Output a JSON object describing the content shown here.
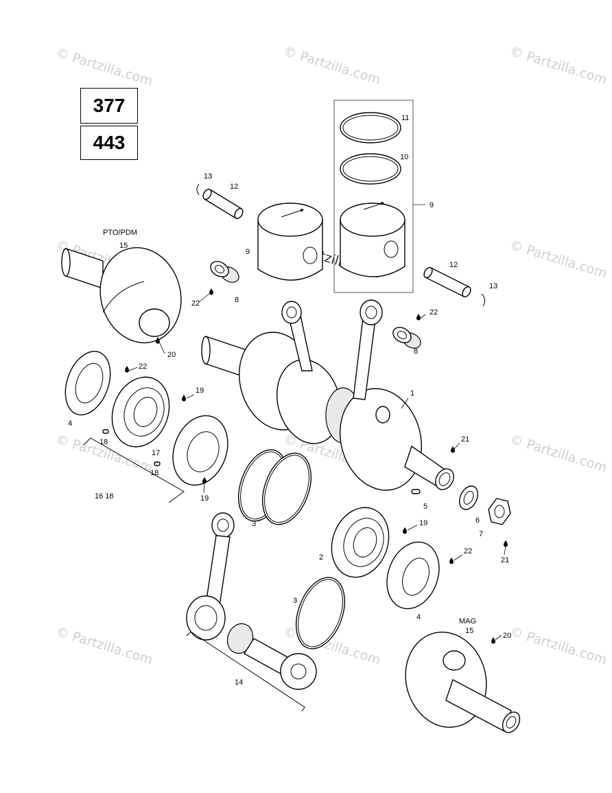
{
  "model_boxes": [
    "377",
    "443"
  ],
  "watermark": "© Partzilla.com",
  "callouts": {
    "c1": "1",
    "c2": "2",
    "c3a": "3",
    "c3b": "3",
    "c4a": "4",
    "c4b": "4",
    "c5": "5",
    "c6": "6",
    "c7": "7",
    "c8a": "8",
    "c8b": "8",
    "c9a": "9",
    "c9b": "9",
    "c10": "10",
    "c11": "11",
    "c12a": "12",
    "c12b": "12",
    "c13a": "13",
    "c13b": "13",
    "c14": "14",
    "c15a": "15",
    "c15b": "15",
    "c16": "16 18",
    "c17": "17",
    "c18a": "18",
    "c18b": "18",
    "c19a": "19",
    "c19b": "19",
    "c19c": "19",
    "c20a": "20",
    "c20b": "20",
    "c21a": "21",
    "c21b": "21",
    "c22a": "22",
    "c22b": "22",
    "c22c": "22",
    "c22d": "22"
  },
  "side_labels": {
    "pto": "PTO/PDM",
    "mag": "MAG"
  },
  "icons": {
    "drop": "oil-drop-icon"
  }
}
